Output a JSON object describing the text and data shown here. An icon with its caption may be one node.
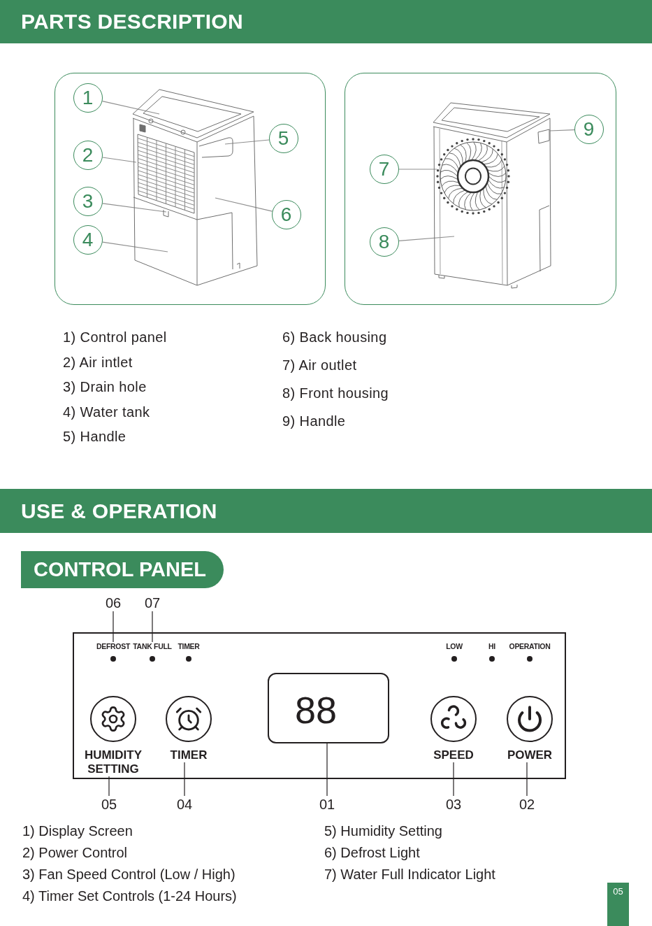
{
  "diagram": {
    "nodes": [
      {
        "text": [
          "PARTS DESCRIPTION"
        ]
      },
      {
        "text": [],
        "shape": "box"
      },
      {
        "text": [
          "1"
        ],
        "in": 1
      },
      {
        "text": [
          "2"
        ],
        "in": 1
      },
      {
        "text": [
          "3"
        ],
        "in": 1
      },
      {
        "text": [
          "4"
        ],
        "in": 1
      },
      {
        "text": [
          "5"
        ],
        "in": 1
      },
      {
        "text": [
          "6"
        ],
        "in": 1
      },
      {
        "text": [],
        "shape": "box"
      },
      {
        "text": [
          "7"
        ],
        "in": 8
      },
      {
        "text": [
          "8"
        ],
        "in": 8
      },
      {
        "text": [
          "9"
        ],
        "in": 8
      },
      {
        "text": [
          "USE & OPERATION"
        ]
      },
      {
        "text": [
          "CONTROL PANEL"
        ]
      },
      {
        "text": [
          "06"
        ]
      },
      {
        "text": [
          "07"
        ]
      },
      {
        "text": [],
        "shape": "box"
      },
      {
        "text": [
          "DEFROST"
        ],
        "in": 16
      },
      {
        "text": [
          "TANK FULL"
        ],
        "in": 16
      },
      {
        "text": [
          "TIMER"
        ],
        "in": 16
      },
      {
        "text": [
          "LOW"
        ],
        "in": 16
      },
      {
        "text": [
          "HI"
        ],
        "in": 16
      },
      {
        "text": [
          "OPERATION"
        ],
        "in": 16
      },
      {
        "text": [
          "HUMIDITY SETTING"
        ],
        "in": 16
      },
      {
        "text": [
          "TIMER"
        ],
        "in": 16
      },
      {
        "text": [
          "88"
        ],
        "in": 16
      },
      {
        "text": [
          "SPEED"
        ],
        "in": 16
      },
      {
        "text": [
          "POWER"
        ],
        "in": 16
      },
      {
        "text": [
          "05"
        ]
      },
      {
        "text": [
          "04"
        ]
      },
      {
        "text": [
          "01"
        ]
      },
      {
        "text": [
          "03"
        ]
      },
      {
        "text": [
          "02"
        ]
      },
      {
        "text": [
          "05"
        ]
      }
    ],
    "edges": [
      {
        "from": 2,
        "to": null,
        "arrow": "none"
      },
      {
        "from": 3,
        "to": null,
        "arrow": "none"
      },
      {
        "from": 4,
        "to": null,
        "arrow": "none"
      },
      {
        "from": 5,
        "to": null,
        "arrow": "none"
      },
      {
        "from": 6,
        "to": null,
        "arrow": "none"
      },
      {
        "from": 7,
        "to": null,
        "arrow": "none"
      },
      {
        "from": 9,
        "to": null,
        "arrow": "none"
      },
      {
        "from": 10,
        "to": null,
        "arrow": "none"
      },
      {
        "from": 11,
        "to": null,
        "arrow": "none"
      },
      {
        "from": 14,
        "to": 17,
        "arrow": "none",
        "color": "#231f20"
      },
      {
        "from": 15,
        "to": 18,
        "arrow": "none",
        "color": "#231f20"
      },
      {
        "from": 28,
        "to": 23,
        "arrow": "none",
        "color": "#231f20"
      },
      {
        "from": 29,
        "to": 24,
        "arrow": "none",
        "color": "#231f20"
      },
      {
        "from": 30,
        "to": 25,
        "arrow": "none",
        "color": "#231f20"
      },
      {
        "from": 31,
        "to": 26,
        "arrow": "none",
        "color": "#231f20"
      },
      {
        "from": 32,
        "to": 27,
        "arrow": "none",
        "color": "#231f20"
      }
    ],
    "labels": [
      "1) Control panel",
      "2) Air intlet",
      "3) Drain hole",
      "4) Water tank",
      "5) Handle",
      "6) Back housing",
      "7) Air outlet",
      "8) Front housing",
      "9) Handle",
      "1) Display Screen",
      "2) Power Control",
      "3) Fan Speed Control (Low / High)",
      "4) Timer Set Controls (1-24 Hours)",
      "5) Humidity Setting",
      "6) Defrost Light",
      "7) Water Full Indicator Light"
    ]
  }
}
